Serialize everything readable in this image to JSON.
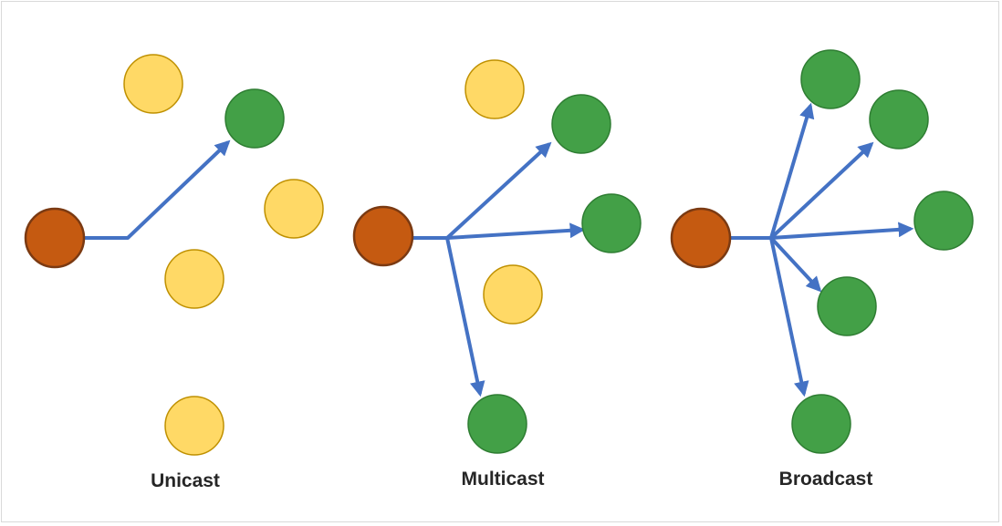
{
  "colors": {
    "source": "#c55a11",
    "source_stroke": "#7b3a12",
    "receiver": "#43a047",
    "receiver_stroke": "#2e7d32",
    "idle": "#ffd966",
    "idle_stroke": "#bf9000",
    "arrow": "#4472c4"
  },
  "panels": [
    {
      "id": "unicast",
      "title": "Unicast"
    },
    {
      "id": "multicast",
      "title": "Multicast"
    },
    {
      "id": "broadcast",
      "title": "Broadcast"
    }
  ]
}
